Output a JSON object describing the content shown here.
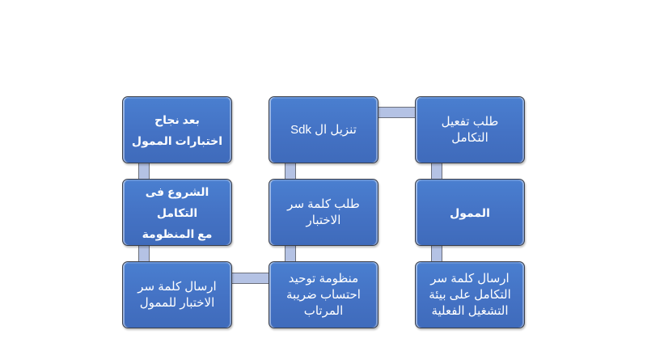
{
  "diagram": {
    "colors": {
      "node_fill": "#4472c4",
      "node_border": "#3b3f4a",
      "connector_fill": "#b4c2e4",
      "background": "#ffffff",
      "text": "#ffffff"
    },
    "nodes": [
      {
        "id": "n1",
        "text": "طلب تفعيل التكامل",
        "bold": false
      },
      {
        "id": "n2",
        "text": "الممول",
        "bold": true
      },
      {
        "id": "n3",
        "text": "ارسال كلمة سر\nالتكامل على بيئة\nالتشغيل الفعلية",
        "bold": false
      },
      {
        "id": "n4",
        "text": "منظومة توحيد\nاحتساب ضريبة\nالمرتاب",
        "bold": false
      },
      {
        "id": "n5",
        "text": "طلب كلمة سر\nالاختبار",
        "bold": false
      },
      {
        "id": "n6",
        "text": "تنزيل ال Sdk",
        "bold": false
      },
      {
        "id": "n7",
        "text": "بعد نجاح\nاختبارات الممول",
        "bold": true
      },
      {
        "id": "n8",
        "text": "الشروع فى التكامل\nمع المنظومة",
        "bold": true
      },
      {
        "id": "n9",
        "text": "ارسال كلمة سر\nالاختبار للممول",
        "bold": false
      }
    ],
    "flow_order": [
      "n1",
      "n2",
      "n3",
      "n4",
      "n5",
      "n6",
      "n7",
      "n8",
      "n9"
    ]
  }
}
